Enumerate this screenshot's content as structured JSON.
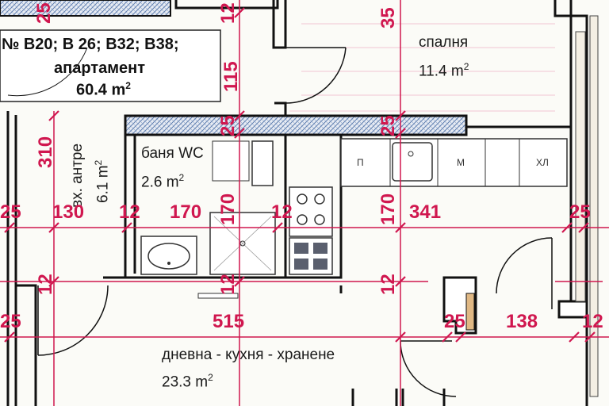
{
  "apartment": {
    "title_line1": "№ B20; B 26; B32; B38;",
    "title_line2": "апартамент",
    "area_value": "60.4 m",
    "area_unit_exp": "2"
  },
  "rooms": {
    "bedroom": {
      "name": "спалня",
      "area": "11.4 m",
      "exp": "2"
    },
    "bathroom": {
      "name": "баня  WC",
      "area": "2.6 m",
      "exp": "2"
    },
    "entrance": {
      "name": "вх. антре",
      "area": "6.1 m",
      "exp": "2"
    },
    "living": {
      "name": "дневна - кухня - хранене",
      "area": "23.3 m",
      "exp": "2"
    }
  },
  "appliances": {
    "p": "П",
    "m": "М",
    "hl": "ХЛ"
  },
  "dimensions": {
    "top_left_25": "25",
    "top_12": "12",
    "top_35": "35",
    "d115": "115",
    "d310": "310",
    "d25_mid_a": "25",
    "d25_mid_b": "25",
    "d170_a": "170",
    "d170_b": "170",
    "row1_25_left": "25",
    "row1_130": "130",
    "row1_12_a": "12",
    "row1_170": "170",
    "row1_12_b": "12",
    "row1_341": "341",
    "row1_25_right": "25",
    "row2_12_left": "12",
    "row2_12_mid": "12",
    "row2_12_right": "12",
    "row3_25_left": "25",
    "row3_515": "515",
    "row3_25_mid": "25",
    "row3_138": "138",
    "row3_12_right": "12"
  },
  "colors": {
    "dimension": "#d0174f",
    "wall": "#111111",
    "hatch": "#5f7fb0",
    "accent_wall": "#e0b884"
  }
}
